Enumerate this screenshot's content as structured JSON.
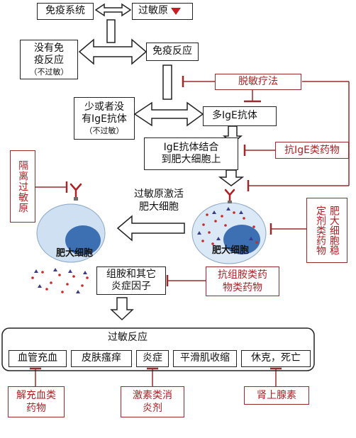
{
  "immune_system": "免疫系统",
  "allergen": "过敏原",
  "no_immune": {
    "line1": "没有免",
    "line2": "疫反应",
    "note": "（不过敏）"
  },
  "immune_response": "免疫反应",
  "desensitization": "脱敏疗法",
  "little_ige": {
    "line1": "少或者没",
    "line2": "有IgE抗体",
    "note": "（不过敏）"
  },
  "more_ige": "多IgE抗体",
  "ige_binding": {
    "line1": "IgE抗体结合",
    "line2": "到肥大细胞上"
  },
  "anti_ige_drugs": "抗IgE类药物",
  "isolate_allergen": "隔离过敏原",
  "mast_stabilizer": {
    "col1": "肥大细胞稳",
    "col2": "定剂类药物"
  },
  "allergen_activation": {
    "line1": "过敏原激活",
    "line2": "肥大细胞"
  },
  "mast_cell": "肥大细胞",
  "histamine": {
    "line1": "组胺和其它",
    "line2": "炎症因子"
  },
  "antihistamine": {
    "line1": "抗组胺类药",
    "line2": "物类药物"
  },
  "allergic_reaction": "过敏反应",
  "symptoms": [
    "血管充血",
    "皮肤瘙痒",
    "炎症",
    "平滑肌收缩",
    "休克，死亡"
  ],
  "decongestant": {
    "line1": "解充血类",
    "line2": "药物"
  },
  "hormone": {
    "line1": "激素类消",
    "line2": "炎剂"
  },
  "adrenaline": "肾上腺素",
  "colors": {
    "red": "#b01f24",
    "cell_outer": "#cfe0f2",
    "nucleus": "#3d6fb3",
    "dark_red": "#9b2b2b"
  }
}
